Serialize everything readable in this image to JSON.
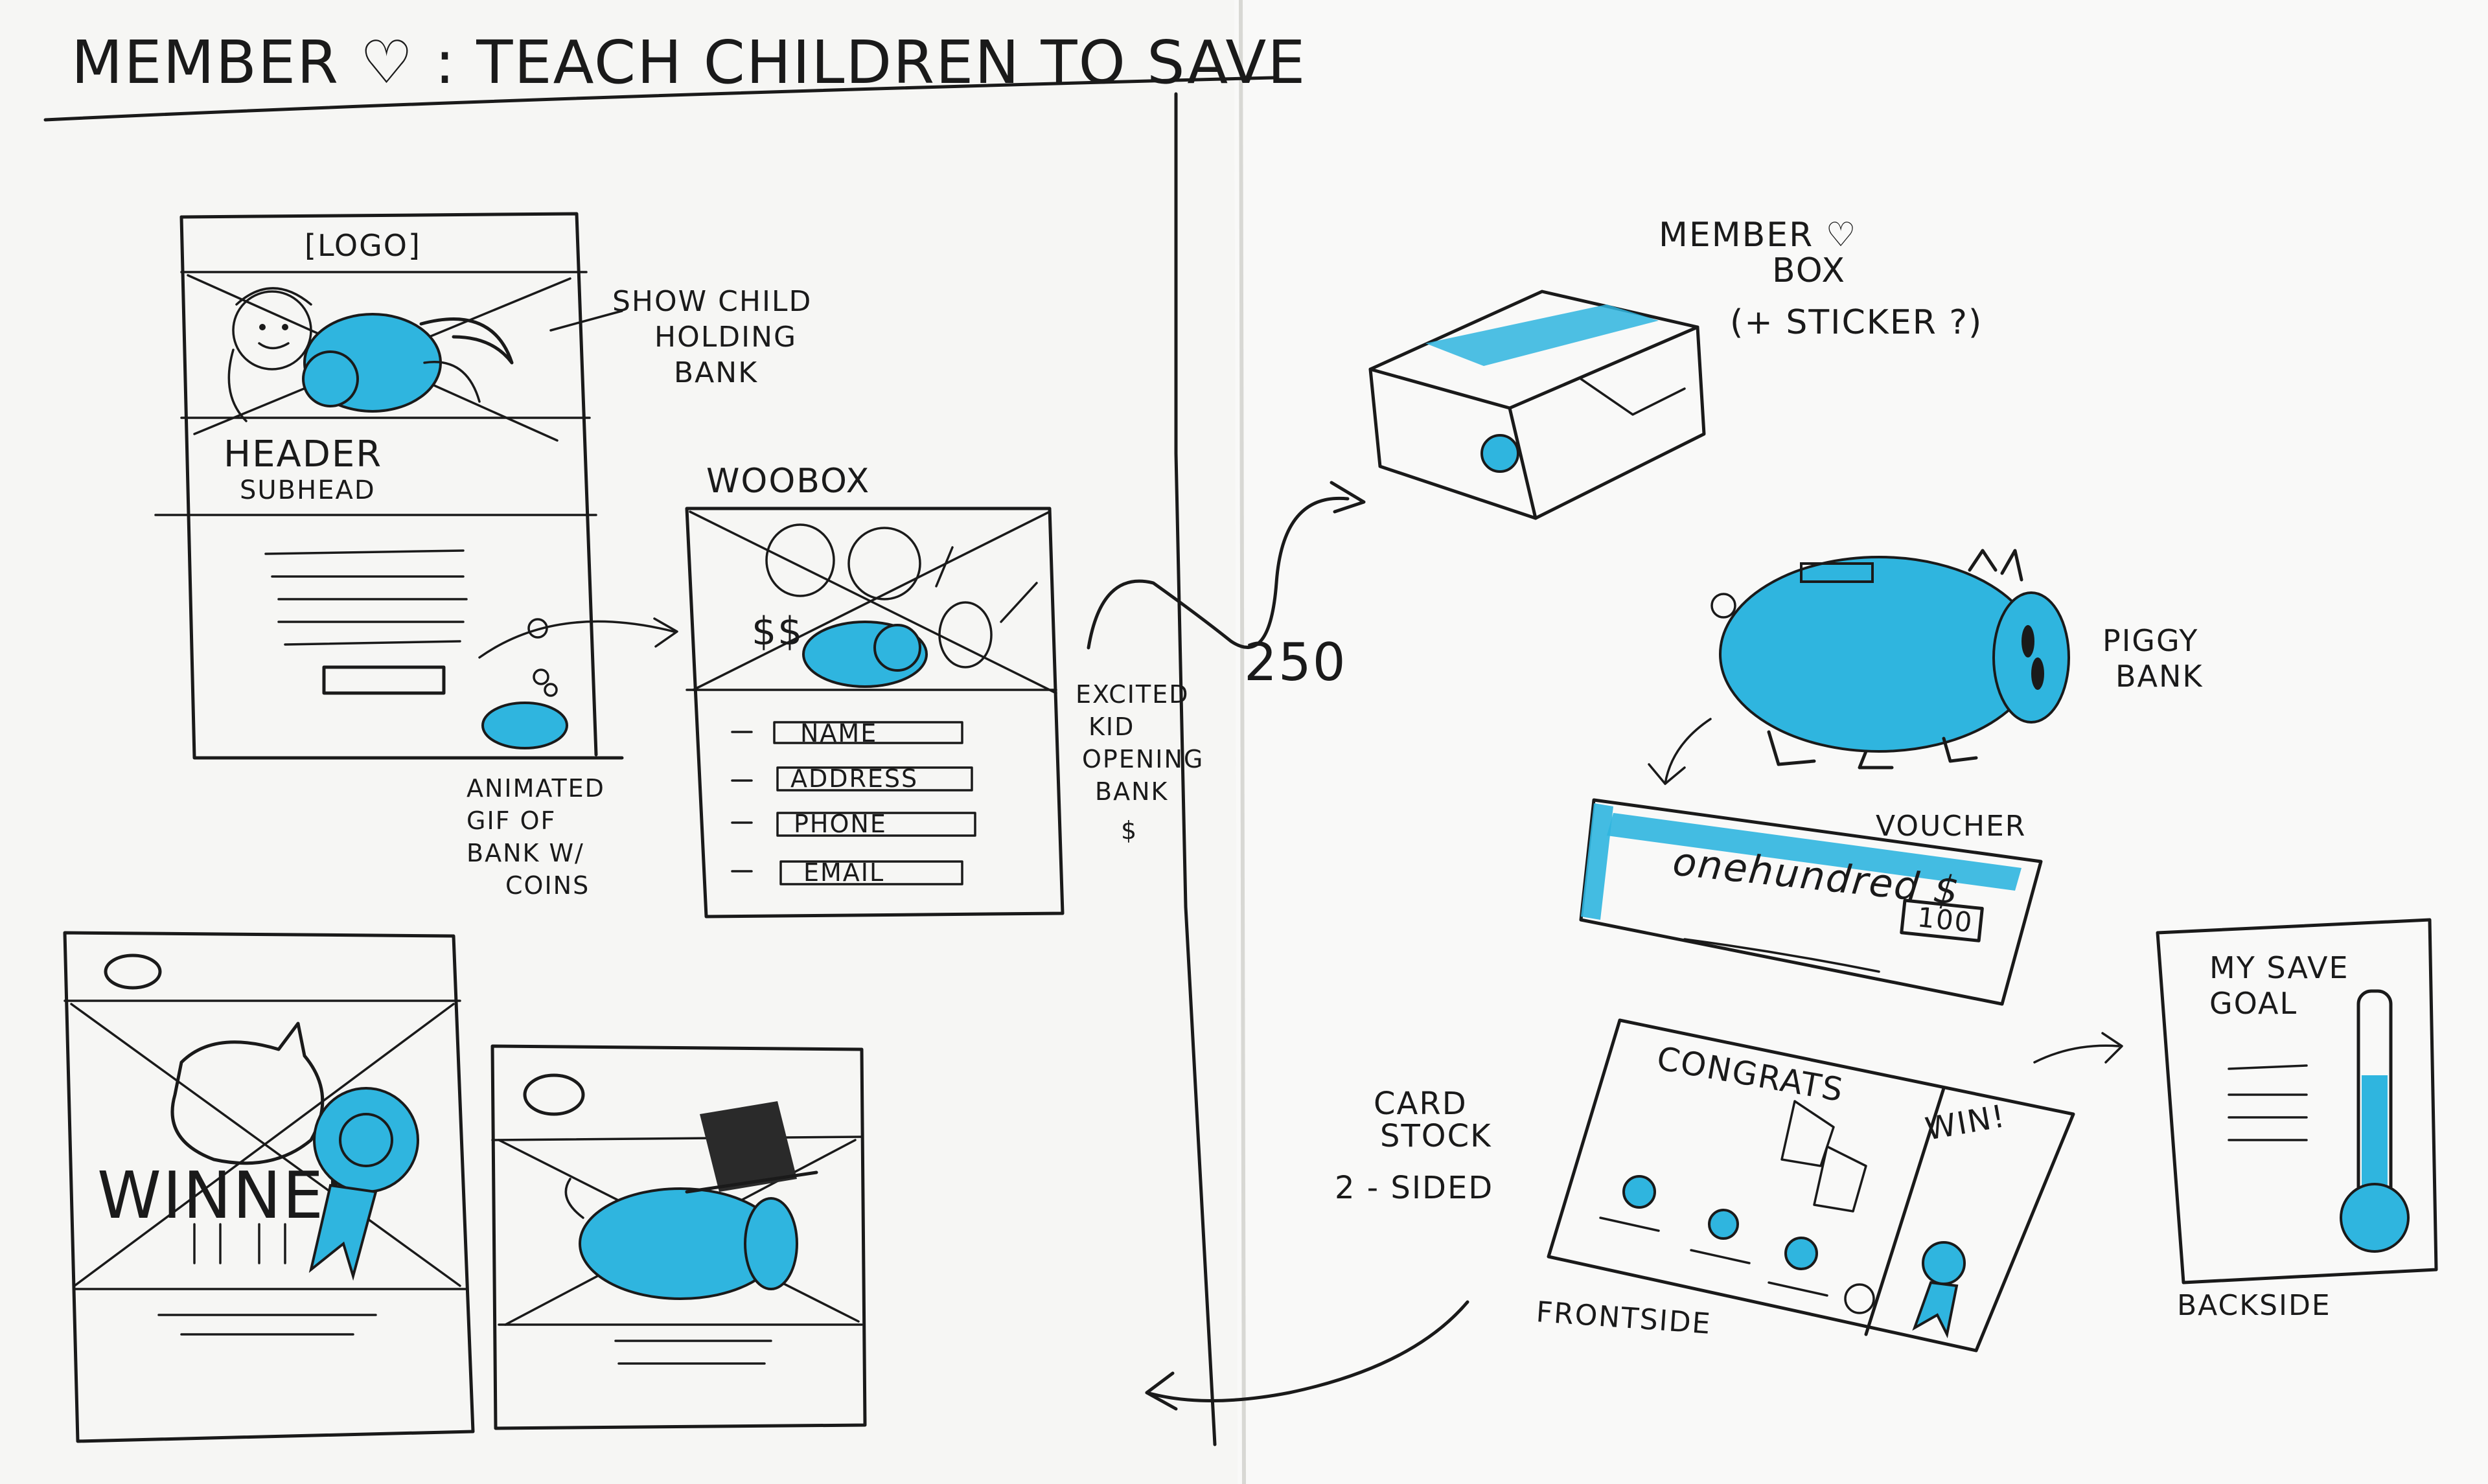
{
  "title": "MEMBER ♡ : TEACH CHILDREN TO SAVE",
  "landing": {
    "logo": "[LOGO]",
    "header": "HEADER",
    "subhead": "SUBHEAD",
    "note_child": [
      "SHOW CHILD",
      "HOLDING",
      "BANK"
    ],
    "note_gif": [
      "ANIMATED",
      "GIF OF",
      "BANK W/",
      "COINS"
    ]
  },
  "woobox": {
    "label": "WOOBOX",
    "fields": [
      "NAME",
      "ADDRESS",
      "PHONE",
      "EMAIL"
    ],
    "note": [
      "EXCITED",
      "KID",
      "OPENING",
      "BANK",
      "$"
    ]
  },
  "quantity": "250",
  "winner": {
    "text": "WINNER"
  },
  "member_box": {
    "label": [
      "MEMBER ♡",
      "BOX",
      "(+ STICKER ?)"
    ]
  },
  "piggy_bank": {
    "label": [
      "PIGGY",
      "BANK"
    ]
  },
  "voucher": {
    "label": "VOUCHER",
    "amount_words": "onehundred $",
    "amount": "100"
  },
  "card": {
    "stock_label": [
      "CARD",
      "STOCK",
      "2 - SIDED"
    ],
    "front_title": "CONGRATS",
    "front_win": "WIN!",
    "front_label": "FRONTSIDE",
    "back_title": [
      "MY SAVE",
      "GOAL"
    ],
    "back_label": "BACKSIDE"
  },
  "colors": {
    "paper": "#f7f7f5",
    "ink": "#1a1a1a",
    "marker_blue": "#2fb5df"
  }
}
